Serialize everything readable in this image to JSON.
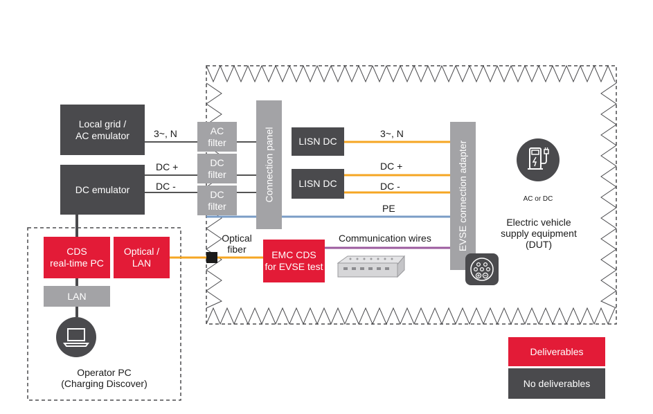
{
  "blocks": {
    "local_grid": "Local grid /\nAC emulator",
    "dc_emulator": "DC emulator",
    "cds": "CDS\nreal-time PC",
    "optical_lan": "Optical /\nLAN",
    "lan": "LAN",
    "ac_filter": "AC\nfilter",
    "dc_filter_1": "DC\nfilter",
    "dc_filter_2": "DC\nfilter",
    "connection_panel": "Connection panel",
    "lisn_dc_1": "LISN DC",
    "lisn_dc_2": "LISN DC",
    "evse_adapter": "EVSE connection adapter",
    "emc_cds": "EMC CDS\nfor EVSE test"
  },
  "wire_labels": {
    "three_phase_left": "3~, N",
    "dc_plus_left": "DC +",
    "dc_minus_left": "DC -",
    "three_phase_right": "3~, N",
    "dc_plus_right": "DC +",
    "dc_minus_right": "DC -",
    "pe": "PE",
    "optical_fiber": "Optical\nfiber",
    "communication_wires": "Communication wires"
  },
  "operator_pc": "Operator PC\n(Charging Discover)",
  "dut": {
    "badge": "AC or DC",
    "label": "Electric vehicle\nsupply equipment\n(DUT)"
  },
  "legend": {
    "deliverables": "Deliverables",
    "no_deliverables": "No deliverables"
  },
  "colors": {
    "dark_box": "#4a4a4d",
    "red_box": "#e31b37",
    "gray_box": "#a3a3a6",
    "orange_wire": "#f5a623",
    "blue_wire": "#7a9cc6",
    "purple_wire": "#9b5a9e"
  },
  "icons": [
    "laptop-icon",
    "ev-charger-icon",
    "charging-plug-icon",
    "cds-device-image"
  ]
}
